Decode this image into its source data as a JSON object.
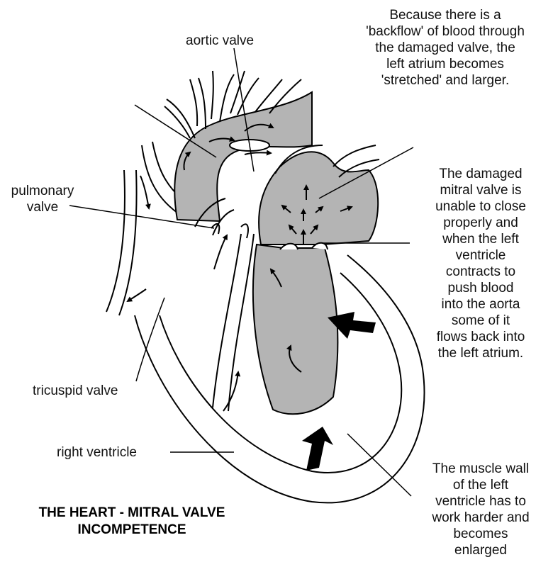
{
  "labels": {
    "aortic_valve": "aortic valve",
    "pulmonary_valve": "pulmonary\nvalve",
    "tricuspid_valve": "tricuspid valve",
    "right_ventricle": "right ventricle"
  },
  "notes": {
    "backflow": "Because there is a\n'backflow' of blood through\nthe damaged valve, the\nleft atrium becomes\n'stretched' and larger.",
    "mitral": "The damaged\nmitral valve is\nunable to close\nproperly and\nwhen the left\nventricle\ncontracts to\npush blood\ninto the aorta\nsome of it\nflows back into\nthe left atrium.",
    "muscle_wall": "The muscle wall\nof the left\nventricle has to\nwork harder and\nbecomes\nenlarged"
  },
  "title": "THE HEART - MITRAL VALVE\nINCOMPETENCE",
  "colors": {
    "blood_shade": "#b4b4b4",
    "ink": "#000000",
    "background": "#ffffff"
  }
}
